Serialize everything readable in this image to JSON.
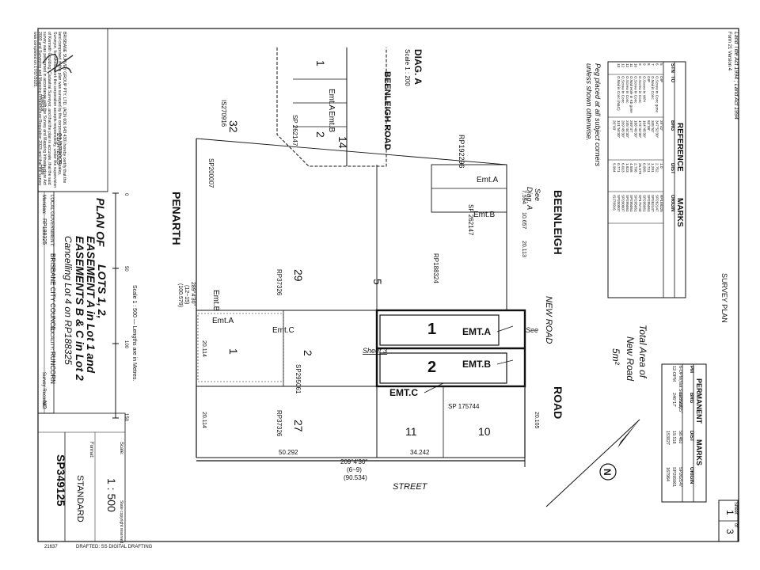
{
  "header": {
    "act": "Land Title Act 1994 ; Land Act 1994",
    "form": "Form 21 Version 4",
    "survey_plan": "SURVEY PLAN",
    "sheet_label": "Sheet",
    "sheet_no": "1",
    "sheet_of": "of",
    "sheet_total": "3"
  },
  "reference_marks": {
    "title": "REFERENCE",
    "title2": "MARKS",
    "headers": [
      "STN",
      "TO",
      "BRG",
      "DIST",
      "ORIGIN"
    ],
    "rows": [
      [
        "5",
        "OIP",
        "29°42'",
        "1.0",
        "RP188325"
      ],
      [
        "6",
        "O.Screw in Conc gone",
        "347°52'30\"",
        "2.752",
        "SP262147"
      ],
      [
        "7",
        "O.Nail in Conc",
        "345°52'",
        "1.291",
        "SP262147"
      ],
      [
        "8",
        "OIP",
        "83°08'",
        "2.721",
        "SP295061"
      ],
      [
        "9",
        "O.Screw in W/H",
        "164°45'30\"",
        "0.965",
        "SP295061"
      ],
      [
        "9",
        "O.Screw in Conc",
        "174°42'30\"",
        "25.679",
        "SP175744"
      ],
      [
        "10",
        "O.Screw in Conc",
        "186°46'30\"",
        "2.798",
        "SP295061"
      ],
      [
        "11",
        "O.Nail Hole in Kb gone",
        "269°47'",
        "4.558",
        "SP295061"
      ],
      [
        "12",
        "O.Screw in Conc",
        "245°44'30\"",
        "1.823",
        "SP295061"
      ],
      [
        "12",
        "O.Screw in Conc",
        "209°45'30\"",
        "6.013",
        "SP200007"
      ],
      [
        "13",
        "O.Nail in Conc (N&C)",
        "131°50'30\"",
        "0.771",
        "SP200007"
      ],
      [
        "",
        "",
        "20°03'",
        "5.964",
        "IS270916"
      ]
    ]
  },
  "peg_note": [
    "Peg placed at all subject corners",
    "unless shown otherwise."
  ],
  "permanent_marks": {
    "title": "PERMANENT",
    "title2": "MARKS",
    "headers": [
      "PM",
      "BRG",
      "DIST",
      "ORIGIN"
    ],
    "rows": [
      [
        "6-OPM(Not Searched)",
        "123°23'25\"",
        "58.462",
        "SP262147"
      ],
      [
        "12-OPM",
        "246°17'",
        "19.518",
        "SP295061"
      ],
      [
        "",
        "",
        "153027",
        "167964"
      ]
    ]
  },
  "total_area": {
    "l1": "Total Area of",
    "l2": "New Road",
    "l3": "5m²"
  },
  "roads": {
    "beenleigh": "BEENLEIGH",
    "road": "ROAD",
    "new_road": "NEW ROAD",
    "penarth": "PENARTH",
    "street": "STREET"
  },
  "diag": {
    "title": "DIAG. A",
    "scale": "Scale 1 : 200",
    "road": "BEENLEIGH ROAD",
    "see": "See",
    "diag_ref": "Diag. A"
  },
  "lots": {
    "lot1": "1",
    "lot2": "2",
    "lot10": "10",
    "lot11": "11",
    "lot27": "27",
    "lot29": "29",
    "lot32": "32",
    "lot14": "14",
    "lot5": "5",
    "lot2b": "2",
    "lot1b": "1",
    "lot1c": "1",
    "lot2c": "2"
  },
  "plans": {
    "sp175744": "SP 175744",
    "sp295061": "SP295061",
    "sp262147": "SP 262147",
    "rp188324": "RP188324",
    "rp37326a": "RP37326",
    "rp37326b": "RP37326",
    "sp200007": "SP200007",
    "rp192296": "RP192296",
    "is270916": "IS270916"
  },
  "easements": {
    "emt_a": "EMT.A",
    "emt_b": "EMT.B",
    "emt_c": "EMT.C",
    "emt_a_small": "Emt.A",
    "emt_b_small": "Emt.B",
    "emt_c_small": "Emt.C",
    "sheet3": "Sheet 3",
    "see": "See"
  },
  "dims": {
    "d50": "50.292",
    "d34": "34.242",
    "d209": "209°4'30\"",
    "d209b": "(6~9)",
    "d209c": "(90.534)",
    "d20114a": "20.114",
    "d20114b": "20.114",
    "d20105": "20.105",
    "d20113": "20.113",
    "d289": "289°4'30\"",
    "d289b": "(12~15)",
    "d289c": "(100.579)",
    "d7554": "7.594",
    "d10657": "10.657"
  },
  "title_block": {
    "plan_of": "PLAN OF",
    "lots": "LOTS 1, 2,",
    "emt_a": "EASEMENT A in Lot 1 and",
    "emt_bc": "EASEMENTS B & C in Lot 2",
    "cancelling": "Cancelling Lot 4 on RP188325",
    "local_gov_label": "LOCAL GOVERNMENT:",
    "local_gov": "BRISBANE CITY COUNCIL",
    "locality_label": "LOCALITY:",
    "locality": "RUNCORN",
    "meridian_label": "Meridian:",
    "meridian": "RP188325",
    "survey_records_label": "Survey Records:",
    "survey_records": "NO",
    "scale_label": "Scale:",
    "scale": "1 : 500",
    "format_label": "Format:",
    "format": "STANDARD",
    "plan_no": "SP349125",
    "scale_note": "Scale 1 : 500 — Lengths are in Metres.",
    "scale_ticks": [
      "0",
      "50",
      "100",
      "150"
    ]
  },
  "certificate": {
    "text": "BRISBANE SURVEY GROUP PTY. LTD. (ACN 606 643 430) hereby certify that the land comprised in this plan was surveyed by the corporation, by Aaron Brealey, Surveyor, for whose work the corporation accepts responsibility, under the supervision of Kenneth Goulding, Cadastral Surveyor, and that the plan is accurate, that the said survey was performed in accordance with the Survey and Mapping Infrastructure Act 2003 and Surveying and Mapping Infrastructure Regulation 2023 and that the survey was completed on 17/07/2025.",
    "director": "Director",
    "date": "21/07/2025",
    "date_label": "Date"
  },
  "footer": {
    "id": "21637",
    "drafted": "DRAFTED: SS DIGITAL DRAFTING",
    "copyright": "State copyright reserved."
  },
  "north_label": "N"
}
